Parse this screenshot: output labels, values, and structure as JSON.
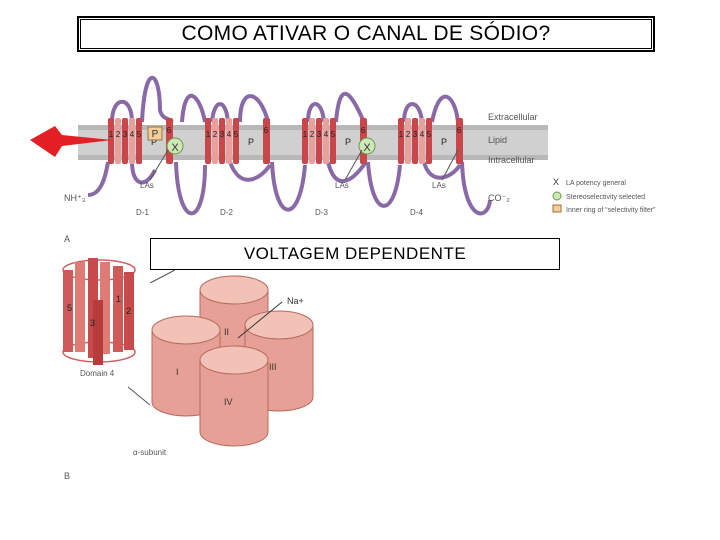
{
  "title": "COMO ATIVAR O CANAL DE SÓDIO?",
  "subtitle": "VOLTAGEM DEPENDENTE",
  "diagram_a": {
    "panel_label": "A",
    "membrane_labels": {
      "extracellular": "Extracellular",
      "lipid": "Lipid",
      "intracellular": "Intracellular"
    },
    "terminal_n": "NH⁺₃",
    "terminal_c": "CO⁻₂",
    "domains": [
      "D-1",
      "D-2",
      "D-3",
      "D-4"
    ],
    "segment_numbers": "1 2 3 4 5",
    "segment_six": "6",
    "p_label": "P",
    "las_label": "LAs",
    "x_symbol": "X",
    "legend": [
      {
        "symbol": "X",
        "text": "LA potency general"
      },
      {
        "symbol": "circle",
        "text": "Stereoselectivity selected"
      },
      {
        "symbol": "square",
        "text": "Inner ring of “selectivity filter”"
      }
    ]
  },
  "diagram_b": {
    "panel_label": "B",
    "domain_caption": "Domain 4",
    "subunit_caption": "α-subunit",
    "ion_label": "Na+",
    "cylinder_numbers": [
      "1",
      "2",
      "3",
      "5"
    ],
    "domain_numerals": [
      "I",
      "II",
      "III",
      "IV"
    ]
  },
  "colors": {
    "helix_red": "#c9474a",
    "helix_light": "#e9a09d",
    "loop_purple": "#8a6aa6",
    "membrane_gray": "#c8c8c8",
    "cylinder_fill": "#e7a096",
    "cylinder_top": "#f2c2b6"
  }
}
